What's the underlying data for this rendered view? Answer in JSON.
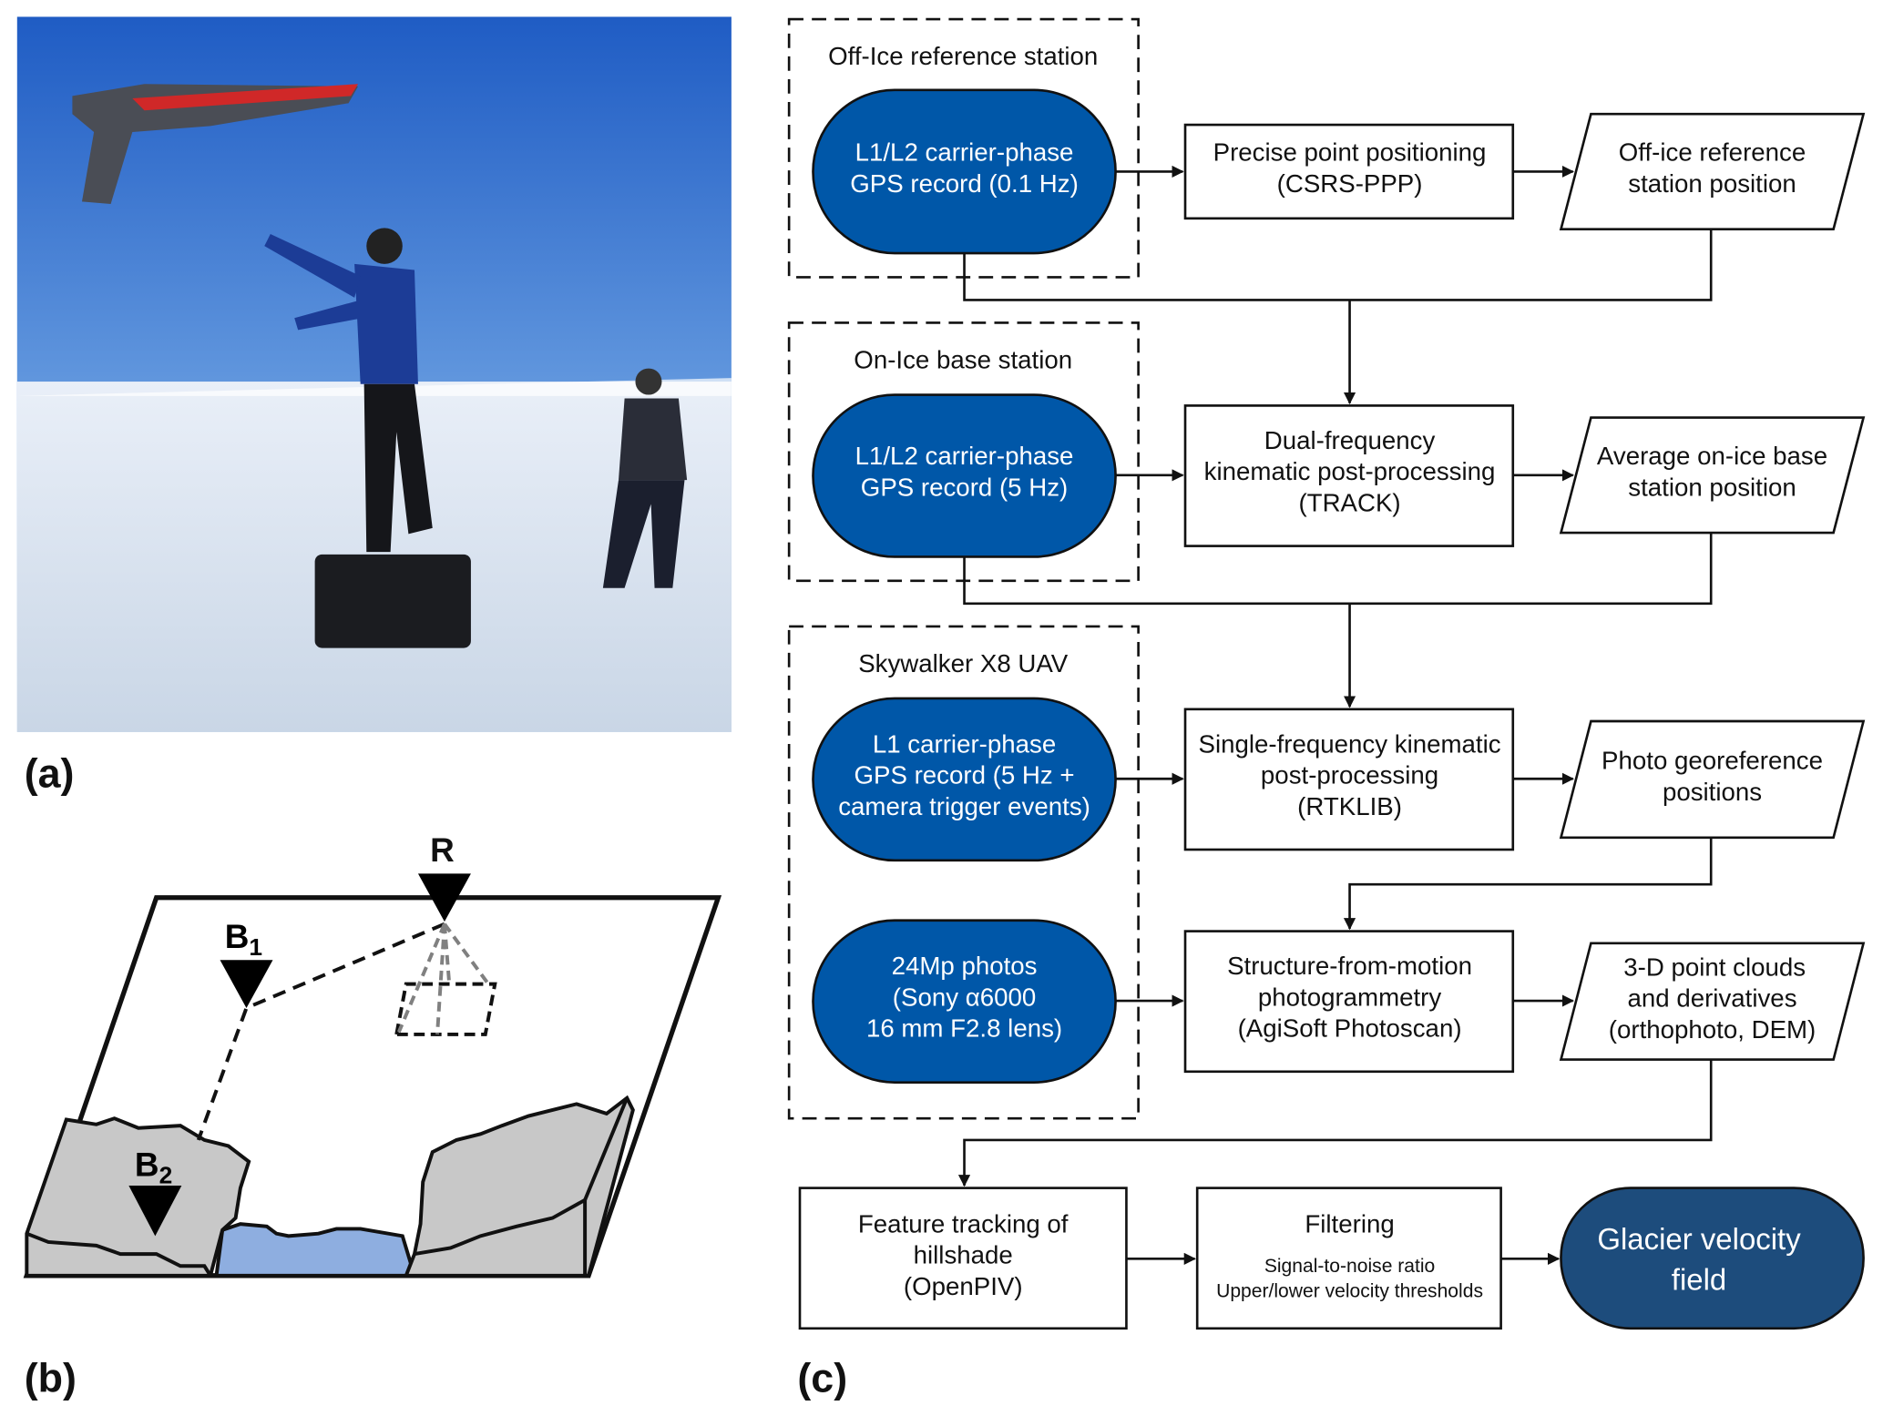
{
  "panels": {
    "a": "(a)",
    "b": "(b)",
    "c": "(c)"
  },
  "schematic": {
    "r": "R",
    "b1": "B",
    "b1_sub": "1",
    "b2": "B",
    "b2_sub": "2"
  },
  "groups": [
    {
      "title": "Off-Ice  reference  station"
    },
    {
      "title": "On-Ice base station"
    },
    {
      "title": "Skywalker X8 UAV"
    }
  ],
  "inputs": [
    {
      "lines": [
        "L1/L2 carrier-phase",
        "GPS record (0.1 Hz)"
      ]
    },
    {
      "lines": [
        "L1/L2 carrier-phase",
        "GPS record (5 Hz)"
      ]
    },
    {
      "lines": [
        "L1 carrier-phase",
        "GPS record (5 Hz +",
        "camera trigger events)"
      ]
    },
    {
      "lines": [
        "24Mp photos",
        "(Sony α6000",
        "16 mm F2.8 lens)"
      ]
    }
  ],
  "processes": [
    {
      "lines": [
        "Precise point positioning",
        "(CSRS-PPP)"
      ]
    },
    {
      "lines": [
        "Dual-frequency",
        "kinematic post-processing",
        "(TRACK)"
      ]
    },
    {
      "lines": [
        "Single-frequency kinematic",
        "post-processing",
        "(RTKLIB)"
      ]
    },
    {
      "lines": [
        "Structure-from-motion",
        "photogrammetry",
        "(AgiSoft Photoscan)"
      ]
    }
  ],
  "outputs": [
    {
      "lines": [
        "Off-ice reference",
        "station position"
      ]
    },
    {
      "lines": [
        "Average on-ice base",
        "station position"
      ]
    },
    {
      "lines": [
        "Photo georeference",
        "positions"
      ]
    },
    {
      "lines": [
        "3-D point clouds",
        "and derivatives",
        "(orthophoto, DEM)"
      ]
    }
  ],
  "final_row": {
    "tracking": {
      "lines": [
        "Feature tracking of",
        "hillshade",
        "(OpenPIV)"
      ]
    },
    "filtering": {
      "title": "Filtering",
      "lines": [
        "Signal-to-noise ratio",
        "Upper/lower velocity thresholds"
      ]
    },
    "result": {
      "lines": [
        "Glacier velocity",
        "field"
      ]
    }
  },
  "colors": {
    "input_blue": "#0057a8",
    "result_blue": "#1d4c7c",
    "water": "#8eaee0",
    "ice": "#c8c8c8"
  }
}
